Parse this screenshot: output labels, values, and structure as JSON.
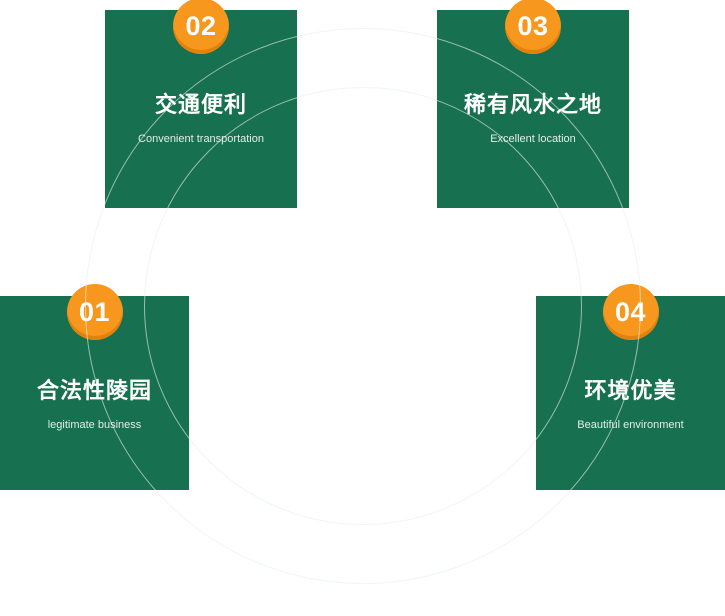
{
  "section": {
    "background": "#ffffff"
  },
  "colors": {
    "card_green": "#177050",
    "badge_orange": "#f7971d",
    "badge_orange_dark": "#e2820c",
    "arc_on_card": "rgba(255,255,255,0.55)",
    "text_white": "#ffffff"
  },
  "cards": [
    {
      "number": "01",
      "title": "合法性陵园",
      "subtitle": "legitimate business"
    },
    {
      "number": "02",
      "title": "交通便利",
      "subtitle": "Convenient transportation"
    },
    {
      "number": "03",
      "title": "稀有风水之地",
      "subtitle": "Excellent location"
    },
    {
      "number": "04",
      "title": "环境优美",
      "subtitle": "Beautiful environment"
    }
  ]
}
